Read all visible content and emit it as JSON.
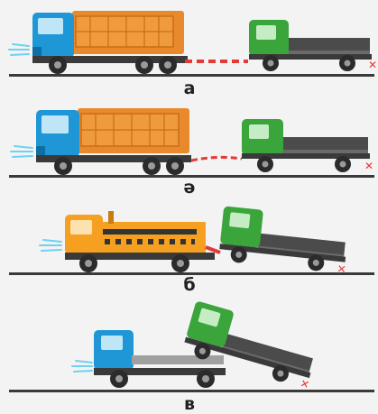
{
  "panels": [
    {
      "caption": "а",
      "method": "rigid-tow-bar"
    },
    {
      "caption": "ә",
      "method": "flexible-tow-cable"
    },
    {
      "caption": "б",
      "method": "partial-loading"
    },
    {
      "caption": "в",
      "method": "full-loading"
    }
  ],
  "colors": {
    "background": "#f3f3f3",
    "road": "#3a3a3a",
    "tow_cab_blue": "#1f97d6",
    "dump_body_orange": "#e8892b",
    "wrecker_orange": "#f5a020",
    "towed_cab_green": "#3aa53a",
    "flatbed_dark": "#4b4b4b",
    "tow_stripe_red": "#e53935",
    "exhaust_cyan": "#6fd1f2"
  }
}
